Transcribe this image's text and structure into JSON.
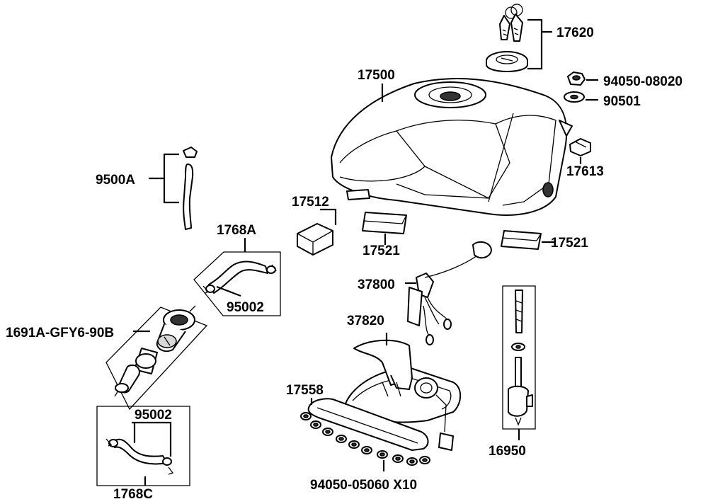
{
  "labels": {
    "p17620": "17620",
    "p17500": "17500",
    "p94050_08020": "94050-08020",
    "p90501": "90501",
    "p17613": "17613",
    "p9500A": "9500A",
    "p17512": "17512",
    "p17521a": "17521",
    "p17521b": "17521",
    "p1768A": "1768A",
    "p95002a": "95002",
    "p37800": "37800",
    "p1691A": "1691A-GFY6-90B",
    "p37820": "37820",
    "p17558": "17558",
    "p95002b": "95002",
    "p16950": "16950",
    "p1768C": "1768C",
    "p94050_05060": "94050-05060 X10"
  }
}
